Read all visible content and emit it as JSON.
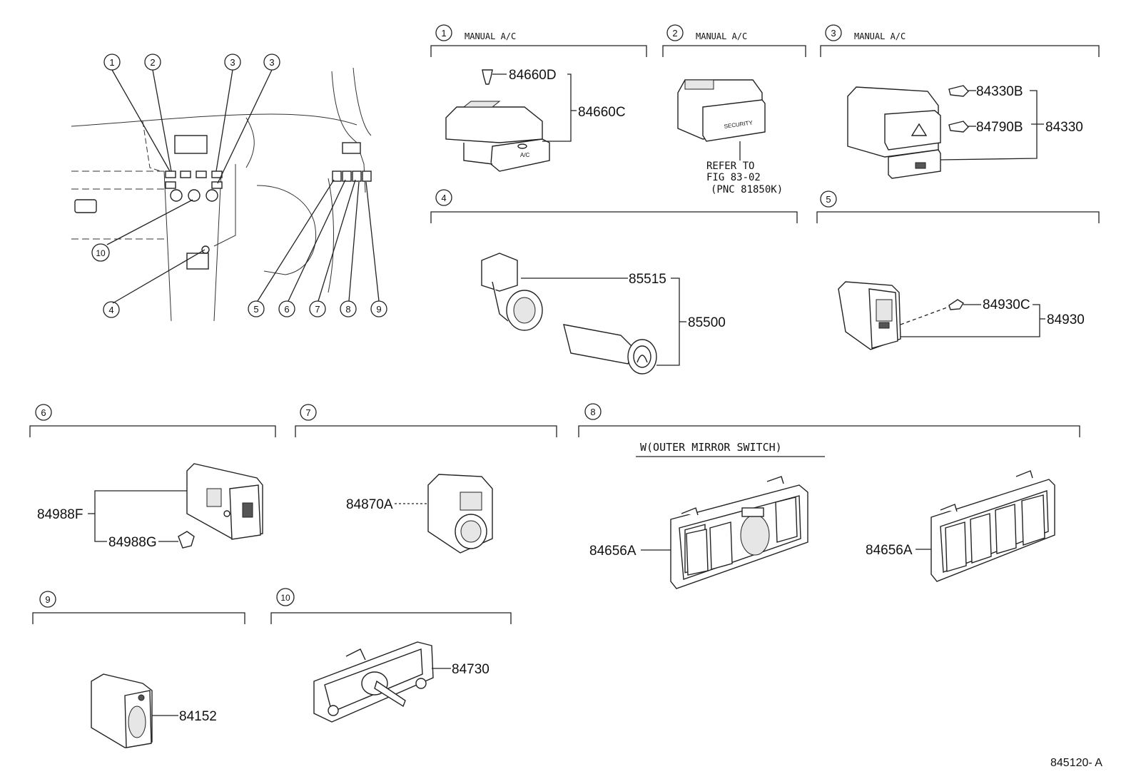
{
  "overview": {
    "callouts": [
      "1",
      "2",
      "3",
      "3",
      "10",
      "4",
      "5",
      "6",
      "7",
      "8",
      "9"
    ]
  },
  "sections": [
    {
      "num": "1",
      "title": "MANUAL A/C"
    },
    {
      "num": "2",
      "title": "MANUAL A/C"
    },
    {
      "num": "3",
      "title": "MANUAL A/C"
    },
    {
      "num": "4",
      "title": ""
    },
    {
      "num": "5",
      "title": ""
    },
    {
      "num": "6",
      "title": ""
    },
    {
      "num": "7",
      "title": ""
    },
    {
      "num": "8",
      "title": ""
    },
    {
      "num": "9",
      "title": ""
    },
    {
      "num": "10",
      "title": ""
    }
  ],
  "parts": {
    "p84660D": "84660D",
    "p84660C": "84660C",
    "p84330B": "84330B",
    "p84790B": "84790B",
    "p84330": "84330",
    "p85515": "85515",
    "p85500": "85500",
    "p84930C": "84930C",
    "p84930": "84930",
    "p84988F": "84988F",
    "p84988G": "84988G",
    "p84870A": "84870A",
    "p84656A_left": "84656A",
    "p84656A_right": "84656A",
    "p84152": "84152",
    "p84730": "84730"
  },
  "notes": {
    "refer_line1": "REFER TO",
    "refer_line2": "FIG 83-02",
    "refer_line3": "(PNC 81850K)",
    "security_label": "SECURITY",
    "ac_label": "A/C",
    "outer_mirror": "W(OUTER MIRROR SWITCH)"
  },
  "figure_id": "845120- A"
}
